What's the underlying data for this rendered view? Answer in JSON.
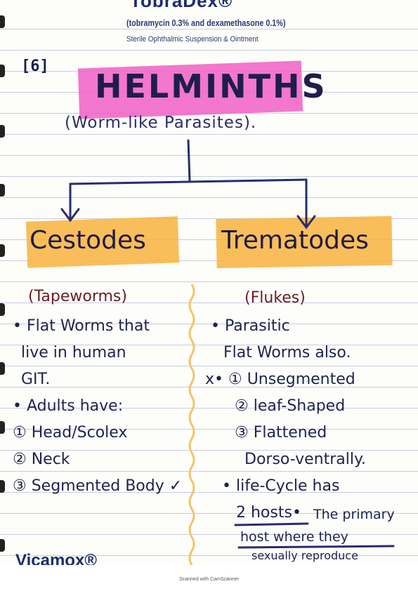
{
  "header_print": {
    "brand": "TobraDex®",
    "line1": "(tobramycin 0.3% and dexamethasone 0.1%)",
    "line2": "Sterile Ophthalmic Suspension & Ointment"
  },
  "page_number": "[6]",
  "title": "HELMINTHS",
  "subtitle": "(Worm-like Parasites).",
  "left": {
    "heading": "Cestodes",
    "paren": "(Tapeworms)",
    "lines": [
      "• Flat Worms that",
      "live in human",
      "GIT.",
      "• Adults have:",
      "① Head/Scolex",
      "② Neck",
      "③ Segmented Body ✓"
    ]
  },
  "right": {
    "heading": "Trematodes",
    "paren": "(Flukes)",
    "lines": [
      "• Parasitic",
      "Flat Worms also.",
      "x• ① Unsegmented",
      "② leaf-Shaped",
      "③ Flattened",
      "Dorso-ventrally.",
      "• life-Cycle has",
      "2 hosts•",
      "The primary",
      "host where they",
      "sexually reproduce"
    ]
  },
  "footer_print": {
    "brand": "Vicamox®"
  },
  "footer_caption": "Scanned with CamScanner",
  "colors": {
    "ink": "#1c1f4e",
    "highlight_pink": "#f05fc4",
    "highlight_orange": "#f8b33c",
    "rule_lines": "#c7cde0",
    "paren_ink": "#6a1e23"
  }
}
